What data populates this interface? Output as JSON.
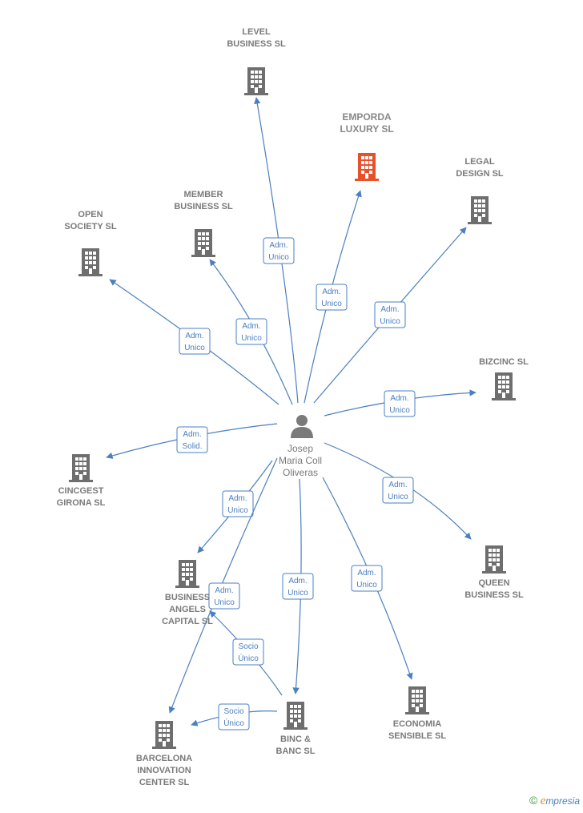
{
  "person": {
    "name_lines": [
      "Josep",
      "Maria Coll",
      "Oliveras"
    ]
  },
  "companies": [
    {
      "id": "level",
      "lines": [
        "LEVEL",
        "BUSINESS  SL"
      ],
      "highlight": false
    },
    {
      "id": "emporda",
      "lines": [
        "EMPORDA",
        "LUXURY  SL"
      ],
      "highlight": true
    },
    {
      "id": "legal",
      "lines": [
        "LEGAL",
        "DESIGN  SL"
      ],
      "highlight": false
    },
    {
      "id": "member",
      "lines": [
        "MEMBER",
        "BUSINESS  SL"
      ],
      "highlight": false
    },
    {
      "id": "open",
      "lines": [
        "OPEN",
        "SOCIETY  SL"
      ],
      "highlight": false
    },
    {
      "id": "bizcinc",
      "lines": [
        "BIZCINC  SL"
      ],
      "highlight": false
    },
    {
      "id": "cincgest",
      "lines": [
        "CINCGEST",
        "GIRONA  SL"
      ],
      "highlight": false
    },
    {
      "id": "queen",
      "lines": [
        "QUEEN",
        "BUSINESS  SL"
      ],
      "highlight": false
    },
    {
      "id": "angels",
      "lines": [
        "BUSINESS",
        "ANGELS",
        "CAPITAL  SL"
      ],
      "highlight": false
    },
    {
      "id": "economia",
      "lines": [
        "ECONOMIA",
        "SENSIBLE  SL"
      ],
      "highlight": false
    },
    {
      "id": "binc",
      "lines": [
        "BINC &",
        "BANC SL"
      ],
      "highlight": false
    },
    {
      "id": "barcelona",
      "lines": [
        "BARCELONA",
        "INNOVATION",
        "CENTER  SL"
      ],
      "highlight": false
    }
  ],
  "edges": [
    {
      "id": "e-level",
      "lines": [
        "Adm.",
        "Unico"
      ]
    },
    {
      "id": "e-emporda",
      "lines": [
        "Adm.",
        "Unico"
      ]
    },
    {
      "id": "e-legal",
      "lines": [
        "Adm.",
        "Unico"
      ]
    },
    {
      "id": "e-member",
      "lines": [
        "Adm.",
        "Unico"
      ]
    },
    {
      "id": "e-open",
      "lines": [
        "Adm.",
        "Unico"
      ]
    },
    {
      "id": "e-bizcinc",
      "lines": [
        "Adm.",
        "Unico"
      ]
    },
    {
      "id": "e-cincgest",
      "lines": [
        "Adm.",
        "Solid."
      ]
    },
    {
      "id": "e-queen",
      "lines": [
        "Adm.",
        "Unico"
      ]
    },
    {
      "id": "e-angels",
      "lines": [
        "Adm.",
        "Unico"
      ]
    },
    {
      "id": "e-barcelona",
      "lines": [
        "Adm.",
        "Unico"
      ]
    },
    {
      "id": "e-binc",
      "lines": [
        "Adm.",
        "Unico"
      ]
    },
    {
      "id": "e-economia",
      "lines": [
        "Adm.",
        "Unico"
      ]
    },
    {
      "id": "e-binc-angels",
      "lines": [
        "Socio",
        "Único"
      ]
    },
    {
      "id": "e-binc-barcelona",
      "lines": [
        "Socio",
        "Único"
      ]
    }
  ],
  "colors": {
    "edge": "#4a7fc0",
    "building": "#6e6e6e",
    "building_highlight": "#e8502a",
    "person": "#7a7a7a"
  },
  "icons": {
    "company": "building-icon",
    "person": "person-icon"
  },
  "copyright": {
    "symbol": "©",
    "brand_initial": "e",
    "brand_rest": "mpresia"
  }
}
